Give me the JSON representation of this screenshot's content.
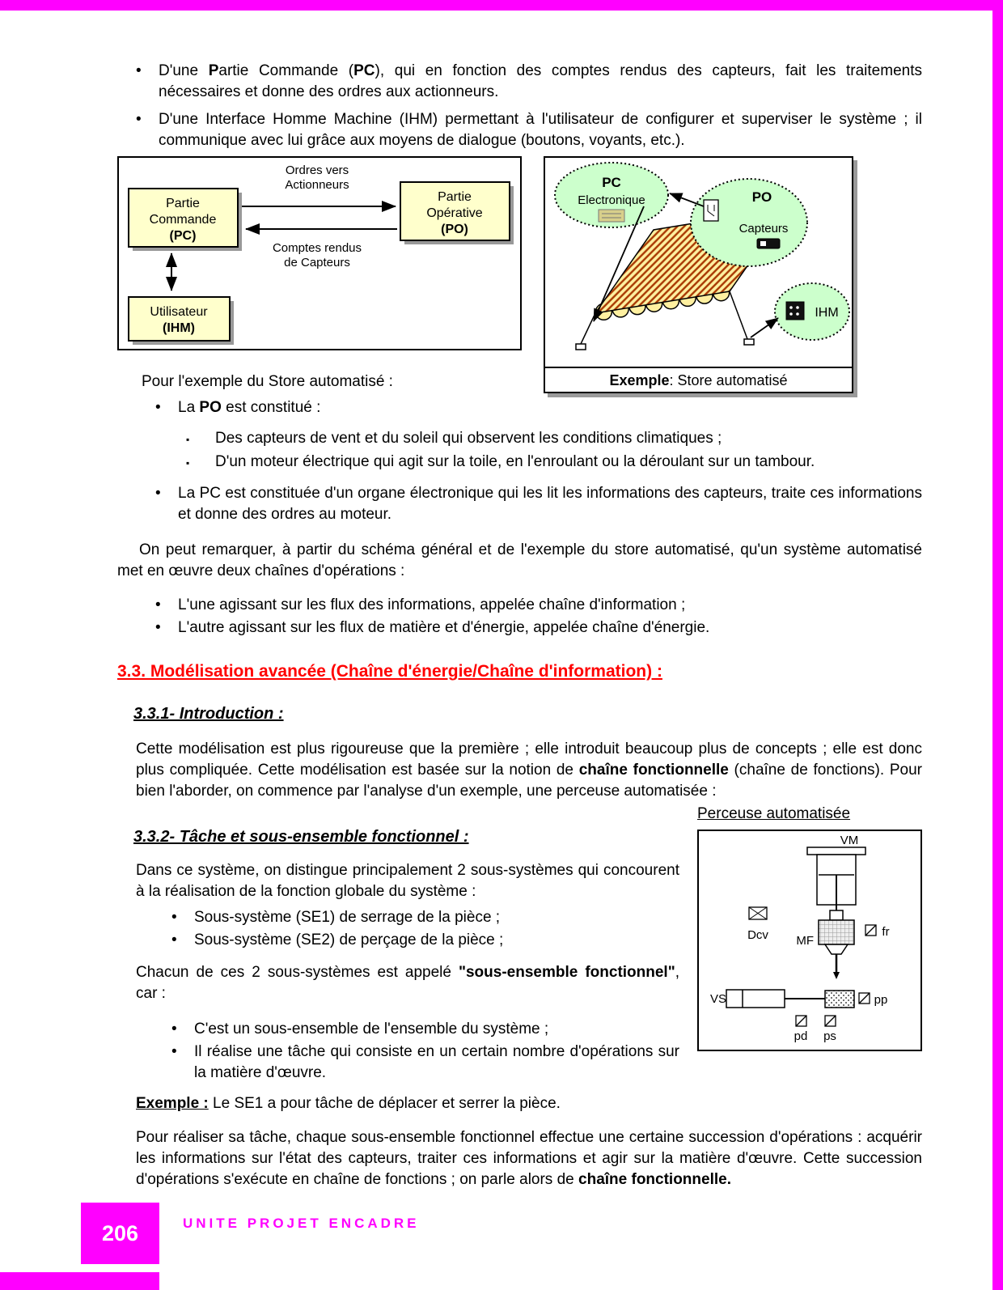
{
  "glyphs": {
    "dot": "•",
    "square": "▪"
  },
  "page": {
    "number": "206",
    "footer": "UNITE PROJET ENCADRE"
  },
  "top_bullets": {
    "b1": {
      "s1": "D'une ",
      "s2": "P",
      "s3": "artie Commande (",
      "s4": "PC",
      "s5": "), qui en fonction des comptes rendus des capteurs, fait les traitements nécessaires et donne des ordres aux actionneurs."
    },
    "b2": "D'une Interface Homme Machine (IHM) permettant à l'utilisateur de configurer et superviser le système ; il communique avec lui grâce aux moyens de dialogue (boutons, voyants, etc.)."
  },
  "diagram1": {
    "arrow_top": [
      "Ordres vers",
      "Actionneurs"
    ],
    "arrow_bottom": [
      "Comptes rendus",
      "de Capteurs"
    ],
    "pc": [
      "Partie",
      "Commande",
      "(PC)"
    ],
    "po": [
      "Partie",
      "Opérative",
      "(PO)"
    ],
    "user": [
      "Utilisateur",
      "(IHM)"
    ]
  },
  "diagram2": {
    "pc_title": "PC",
    "pc_sub": "Electronique",
    "po": "PO",
    "capteurs": "Capteurs",
    "ihm": "IHM",
    "caption_bold": "Exemple",
    "caption_rest": " : Store automatisé"
  },
  "store_section": {
    "intro": "Pour l'exemple du Store automatisé :",
    "po_b1": "La ",
    "po_b2": "PO",
    "po_b3": " est constitué :",
    "sub1": "Des capteurs de vent et du soleil qui observent les conditions climatiques ;",
    "sub2": "D'un moteur électrique qui agit sur la toile, en l'enroulant ou la déroulant sur un tambour.",
    "pc_bullet": "La PC est constituée d'un organe électronique qui les lit les informations des capteurs, traite ces informations et donne des ordres au moteur.",
    "remark": "On peut remarquer, à partir du schéma général et de l'exemple du store automatisé, qu'un système automatisé met en œuvre deux chaînes d'opérations :",
    "chain1": "L'une agissant sur les flux des informations, appelée chaîne d'information ;",
    "chain2": "L'autre agissant sur les flux de matière et d'énergie, appelée chaîne d'énergie."
  },
  "section33": {
    "title": "3.3. Modélisation avancée (Chaîne d'énergie/Chaîne d'information) :",
    "s331_title": "3.3.1- Introduction :",
    "intro_p1": "Cette modélisation est plus rigoureuse que la première ; elle introduit beaucoup plus de concepts ; elle est donc plus compliquée. Cette modélisation est basée sur la notion de ",
    "intro_bold": "chaîne fonctionnelle",
    "intro_p2": " (chaîne de fonctions). Pour bien l'aborder, on commence par l'analyse d'un exemple, une perceuse automatisée :",
    "s332_title": "3.3.2- Tâche et sous-ensemble fonctionnel :"
  },
  "perceuse": {
    "label": "Perceuse automatisée",
    "vm": "VM",
    "dcv": "Dcv",
    "mf": "MF",
    "fr": "fr",
    "vs": "VS",
    "pp": "pp",
    "pd": "pd",
    "ps": "ps"
  },
  "tache": {
    "p1": "Dans ce système, on distingue principalement 2 sous-systèmes qui concourent à la réalisation de la fonction globale du système :",
    "b1": "Sous-système (SE1) de serrage de la pièce ;",
    "b2": "Sous-système (SE2) de perçage de la pièce ;",
    "p2a": "Chacun de ces 2 sous-systèmes est appelé ",
    "p2b": "\"sous-ensemble fonctionnel\"",
    "p2c": ", car :",
    "b3": "C'est un sous-ensemble de l'ensemble du système ;",
    "b4": "Il réalise une tâche qui consiste en un certain nombre d'opérations sur la matière d'œuvre.",
    "ex_label": "Exemple :",
    "ex_text": " Le SE1 a pour tâche de déplacer et serrer la pièce.",
    "final_a": "Pour réaliser sa tâche, chaque sous-ensemble fonctionnel effectue une certaine succession d'opérations : acquérir les informations sur l'état des capteurs, traiter ces informations et agir sur la matière d'œuvre. Cette succession d'opérations s'exécute en chaîne de fonctions ; on parle alors de ",
    "final_b": "chaîne fonctionnelle."
  }
}
